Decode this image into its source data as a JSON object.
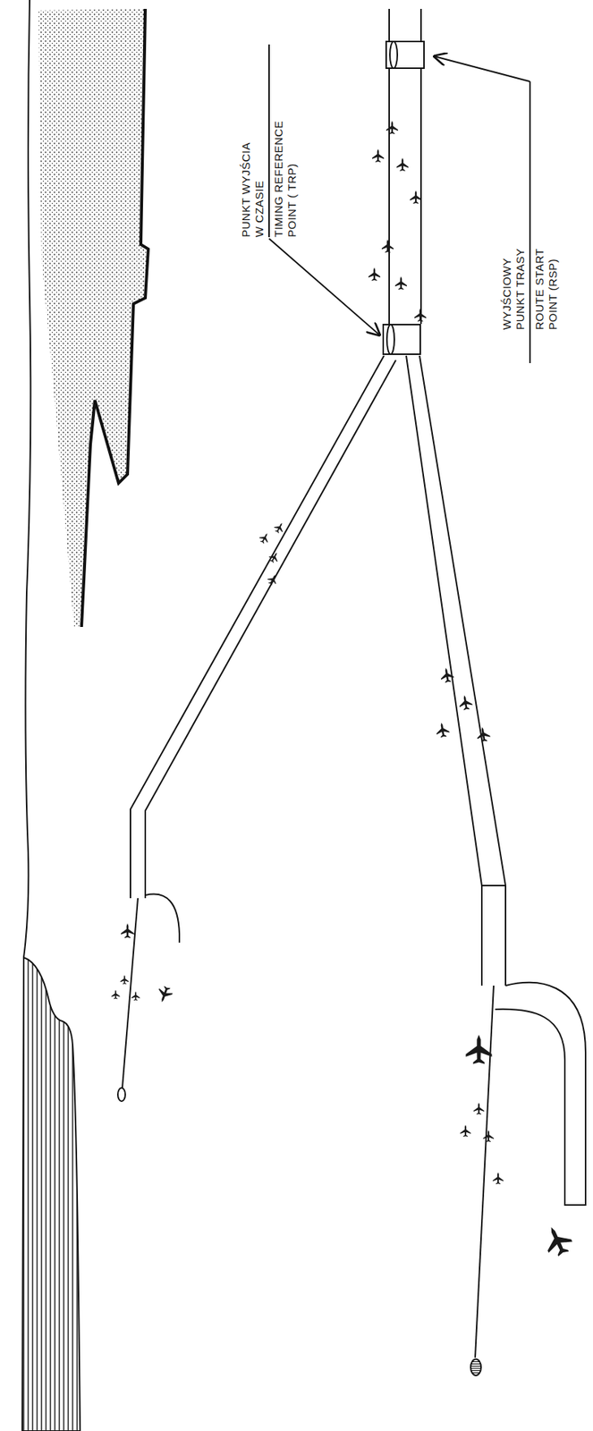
{
  "diagram": {
    "labels": [
      "PUNKT WYJŚCIA W CZASIE",
      "TIMING REFERENCE POINT ( TRP)",
      "WYJŚCIOWY PUNKT TRASY",
      "ROUTE START POINT (RSP)"
    ]
  }
}
